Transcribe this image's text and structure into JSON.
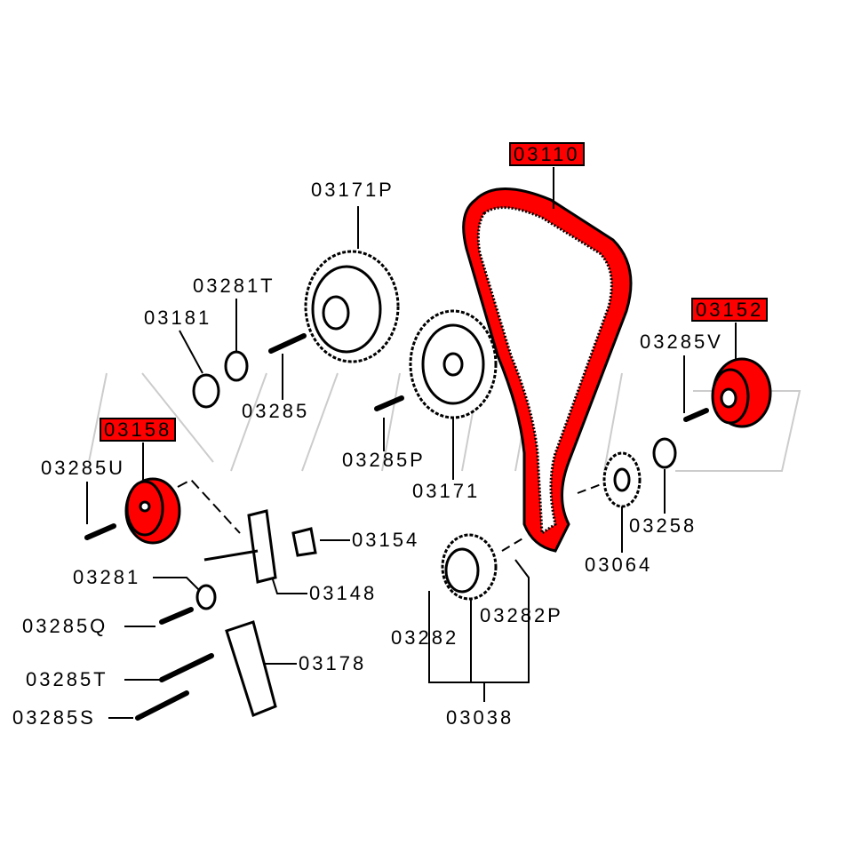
{
  "diagram": {
    "highlight_color": "#ff0000",
    "parts": [
      {
        "id": "p03171P",
        "number": "03171P",
        "highlighted": false
      },
      {
        "id": "p03110",
        "number": "03110",
        "highlighted": true
      },
      {
        "id": "p03152",
        "number": "03152",
        "highlighted": true
      },
      {
        "id": "p03281T",
        "number": "03281T",
        "highlighted": false
      },
      {
        "id": "p03181",
        "number": "03181",
        "highlighted": false
      },
      {
        "id": "p03285V",
        "number": "03285V",
        "highlighted": false
      },
      {
        "id": "p03285",
        "number": "03285",
        "highlighted": false
      },
      {
        "id": "p03158",
        "number": "03158",
        "highlighted": true
      },
      {
        "id": "p03285U",
        "number": "03285U",
        "highlighted": false
      },
      {
        "id": "p03285P",
        "number": "03285P",
        "highlighted": false
      },
      {
        "id": "p03171",
        "number": "03171",
        "highlighted": false
      },
      {
        "id": "p03258",
        "number": "03258",
        "highlighted": false
      },
      {
        "id": "p03154",
        "number": "03154",
        "highlighted": false
      },
      {
        "id": "p03064",
        "number": "03064",
        "highlighted": false
      },
      {
        "id": "p03281",
        "number": "03281",
        "highlighted": false
      },
      {
        "id": "p03148",
        "number": "03148",
        "highlighted": false
      },
      {
        "id": "p03282P",
        "number": "03282P",
        "highlighted": false
      },
      {
        "id": "p03285Q",
        "number": "03285Q",
        "highlighted": false
      },
      {
        "id": "p03282",
        "number": "03282",
        "highlighted": false
      },
      {
        "id": "p03178",
        "number": "03178",
        "highlighted": false
      },
      {
        "id": "p03285T",
        "number": "03285T",
        "highlighted": false
      },
      {
        "id": "p03285S",
        "number": "03285S",
        "highlighted": false
      },
      {
        "id": "p03038",
        "number": "03038",
        "highlighted": false
      }
    ]
  }
}
